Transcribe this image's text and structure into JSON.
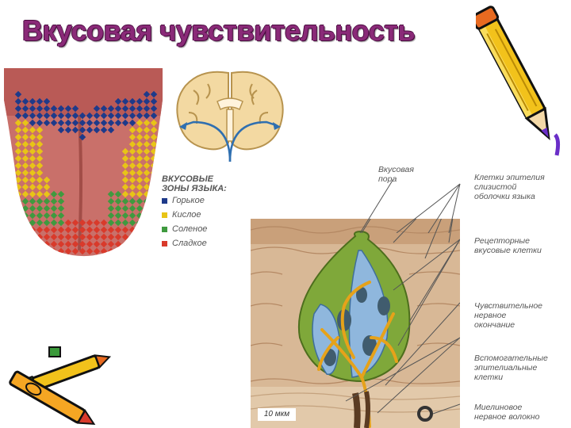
{
  "title": "Вкусовая чувствительность",
  "legend": {
    "heading_line1": "ВКУСОВЫЕ",
    "heading_line2": "ЗОНЫ ЯЗЫКА:",
    "items": [
      {
        "label": "Горькое",
        "color": "#1e3a8a"
      },
      {
        "label": "Кислое",
        "color": "#e8c417"
      },
      {
        "label": "Соленое",
        "color": "#3f9a3f"
      },
      {
        "label": "Сладкое",
        "color": "#d93a2b"
      }
    ]
  },
  "labels": {
    "pore": [
      "Вкусовая",
      "пора"
    ],
    "epithelium": [
      "Клетки эпителия",
      "слизистой",
      "оболочки языка"
    ],
    "receptor": [
      "Рецепторные",
      "вкусовые клетки"
    ],
    "nerve_ending": [
      "Чувствительное",
      "нервное",
      "окончание"
    ],
    "support": [
      "Вспомогательные",
      "эпителиальные",
      "клетки"
    ],
    "myelin": [
      "Миелиновое",
      "нервное волокно"
    ]
  },
  "scale_bar": "10 мкм",
  "icons": [
    "pencil-icon",
    "crayons-icon"
  ]
}
